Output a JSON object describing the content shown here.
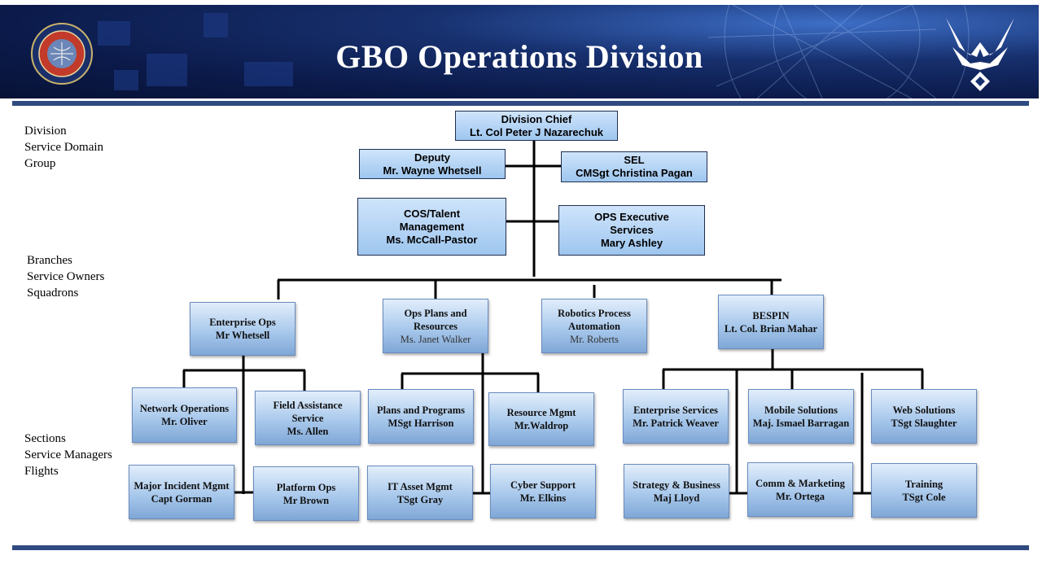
{
  "banner": {
    "title": "GBO Operations Division"
  },
  "levels": {
    "division": [
      "Division",
      "Service Domain",
      "Group"
    ],
    "branches": [
      "Branches",
      "Service Owners",
      "Squadrons"
    ],
    "sections": [
      "Sections",
      "Service Managers",
      "Flights"
    ]
  },
  "leadership": {
    "chief": {
      "title": "Division Chief",
      "name": "Lt. Col Peter J Nazarechuk"
    },
    "deputy": {
      "title": "Deputy",
      "name": "Mr. Wayne Whetsell"
    },
    "sel": {
      "title": "SEL",
      "name": "CMSgt  Christina Pagan"
    },
    "cos": {
      "line1": "COS/Talent",
      "line2": "Management",
      "name": "Ms. McCall-Pastor"
    },
    "exec": {
      "line1": "OPS Executive",
      "line2": "Services",
      "name": "Mary Ashley"
    }
  },
  "branches": {
    "enterprise_ops": {
      "title": "Enterprise Ops",
      "name": "Mr Whetsell"
    },
    "ops_plans": {
      "line1": "Ops Plans and",
      "line2": "Resources",
      "name": "Ms. Janet Walker"
    },
    "rpa": {
      "line1": "Robotics Process",
      "line2": "Automation",
      "name": "Mr. Roberts"
    },
    "bespin": {
      "title": "BESPIN",
      "name": "Lt. Col. Brian Mahar"
    }
  },
  "sections": {
    "network_ops": {
      "title": "Network Operations",
      "name": "Mr. Oliver"
    },
    "field_assist": {
      "line1": "Field Assistance",
      "line2": "Service",
      "name": "Ms. Allen"
    },
    "major_incident": {
      "title": "Major Incident Mgmt",
      "name": "Capt Gorman"
    },
    "platform_ops": {
      "title": "Platform Ops",
      "name": "Mr Brown"
    },
    "plans_programs": {
      "title": "Plans and Programs",
      "name": "MSgt Harrison"
    },
    "resource_mgmt": {
      "title": "Resource Mgmt",
      "name": "Mr.Waldrop"
    },
    "it_asset": {
      "title": "IT Asset Mgmt",
      "name": "TSgt Gray"
    },
    "cyber_support": {
      "title": "Cyber Support",
      "name": "Mr. Elkins"
    },
    "enterprise_services": {
      "title": "Enterprise Services",
      "name": "Mr. Patrick Weaver"
    },
    "mobile_solutions": {
      "title": "Mobile Solutions",
      "name": "Maj. Ismael Barragan"
    },
    "web_solutions": {
      "title": "Web Solutions",
      "name": "TSgt Slaughter"
    },
    "strategy_business": {
      "title": "Strategy & Business",
      "name": "Maj Lloyd"
    },
    "comm_marketing": {
      "title": "Comm & Marketing",
      "name": "Mr. Ortega"
    },
    "training": {
      "title": "Training",
      "name": "TSgt Cole"
    }
  },
  "colors": {
    "banner": "#0b1a4a",
    "rule": "#2f4a80",
    "box_top": "#9ec6ef",
    "box_low": "#8fb3df"
  }
}
